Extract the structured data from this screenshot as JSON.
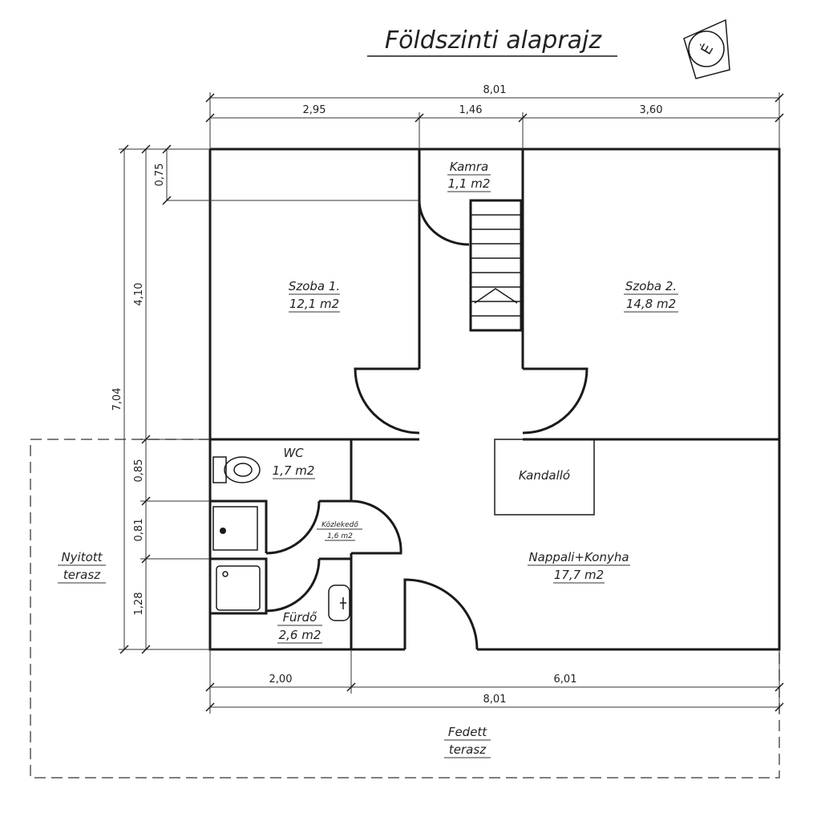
{
  "title": "Földszinti alaprajz",
  "compass_letter": "É",
  "rooms": {
    "kamra": {
      "name": "Kamra",
      "area": "1,1 m2"
    },
    "szoba1": {
      "name": "Szoba 1.",
      "area": "12,1 m2"
    },
    "szoba2": {
      "name": "Szoba 2.",
      "area": "14,8 m2"
    },
    "wc": {
      "name": "WC",
      "area": "1,7 m2"
    },
    "kozlekedo": {
      "name": "Közlekedő",
      "area": "1,6 m2"
    },
    "furdo": {
      "name": "Fürdő",
      "area": "2,6 m2"
    },
    "nappali": {
      "name": "Nappali+Konyha",
      "area": "17,7 m2"
    },
    "kandallo": {
      "name": "Kandalló"
    },
    "nyitott": {
      "line1": "Nyitott",
      "line2": "terasz"
    },
    "fedett": {
      "line1": "Fedett",
      "line2": "terasz"
    }
  },
  "dims": {
    "top_total": "8,01",
    "top_a": "2,95",
    "top_b": "1,46",
    "top_c": "3,60",
    "bottom_a": "2,00",
    "bottom_b": "6,01",
    "bottom_total": "8,01",
    "left_total": "7,04",
    "left_a": "4,10",
    "left_b": "0,85",
    "left_c": "0,81",
    "left_d": "1,28",
    "left_e": "0,75"
  }
}
